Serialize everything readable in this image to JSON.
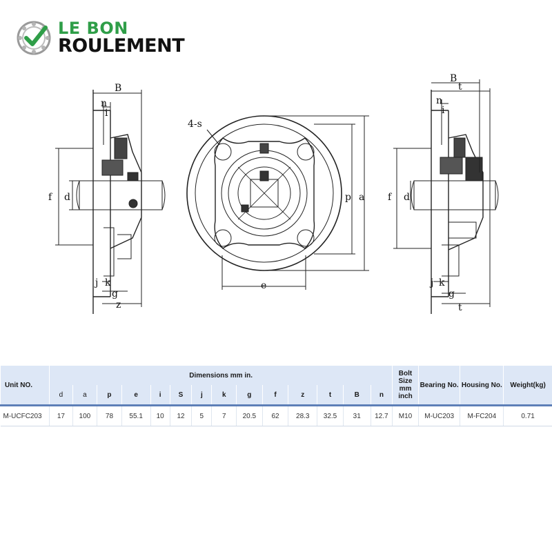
{
  "logo": {
    "line1": "LE BON",
    "line2": "ROULEMENT",
    "accent_color": "#2f9e48",
    "icon": "check-bearing-icon"
  },
  "drawing": {
    "labels": {
      "B": "B",
      "n": "n",
      "i": "i",
      "f": "f",
      "d": "d",
      "j": "j",
      "k": "k",
      "g": "g",
      "z": "z",
      "s": "4-s",
      "e": "e",
      "p": "p",
      "a": "a",
      "t": "t"
    }
  },
  "table": {
    "unit_header": "Unit NO.",
    "dimensions_header": "Dimensions mm in.",
    "bolt_header": "Bolt Size mm inch",
    "bearing_header": "Bearing No.",
    "housing_header": "Housing No.",
    "weight_header": "Weight(kg)",
    "dim_columns": [
      "d",
      "a",
      "p",
      "e",
      "i",
      "S",
      "j",
      "k",
      "g",
      "f",
      "z",
      "t",
      "B",
      "n"
    ],
    "row": {
      "unit": "M-UCFC203",
      "dims": [
        "17",
        "100",
        "78",
        "55.1",
        "10",
        "12",
        "5",
        "7",
        "20.5",
        "62",
        "28.3",
        "32.5",
        "31",
        "12.7"
      ],
      "bolt": "M10",
      "bearing": "M-UC203",
      "housing": "M-FC204",
      "weight": "0.71"
    }
  }
}
